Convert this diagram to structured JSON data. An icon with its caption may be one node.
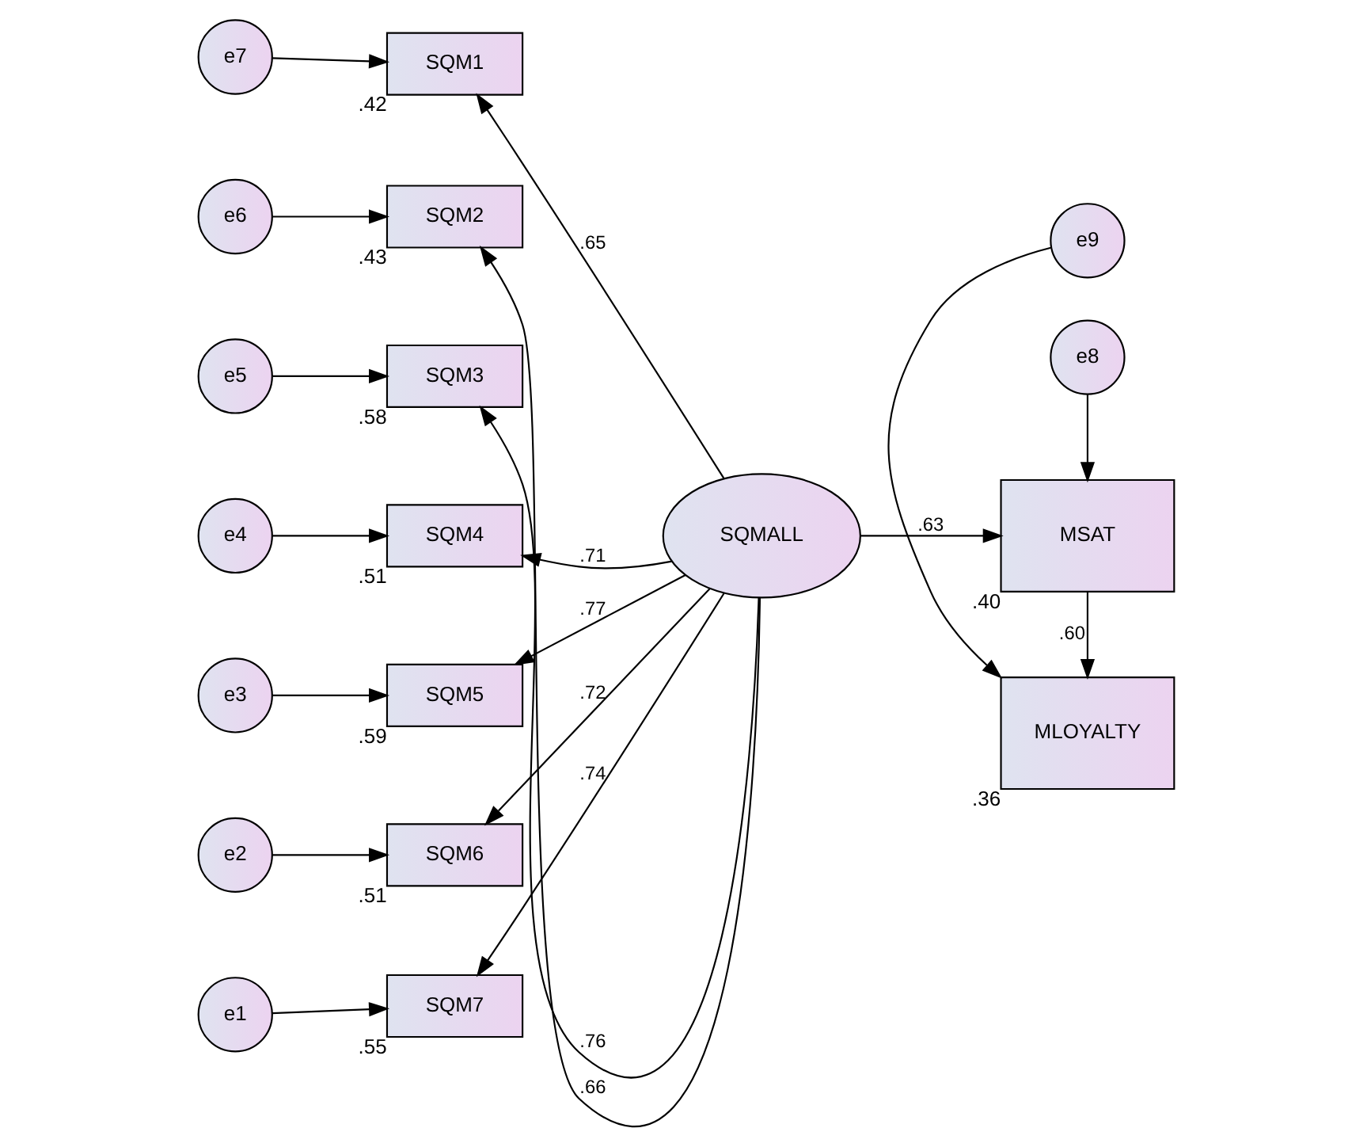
{
  "diagram": {
    "nodes": [
      {
        "text": [
          "e7"
        ]
      },
      {
        "text": [
          "SQM1"
        ],
        "beside": [
          ".42"
        ]
      },
      {
        "text": [
          "e6"
        ]
      },
      {
        "text": [
          "SQM2"
        ],
        "beside": [
          ".43"
        ]
      },
      {
        "text": [
          "e5"
        ]
      },
      {
        "text": [
          "SQM3"
        ],
        "beside": [
          ".58"
        ]
      },
      {
        "text": [
          "e4"
        ]
      },
      {
        "text": [
          "SQM4"
        ],
        "beside": [
          ".51"
        ]
      },
      {
        "text": [
          "e3"
        ]
      },
      {
        "text": [
          "SQM5"
        ],
        "beside": [
          ".59"
        ]
      },
      {
        "text": [
          "e2"
        ]
      },
      {
        "text": [
          "SQM6"
        ],
        "beside": [
          ".51"
        ]
      },
      {
        "text": [
          "e1"
        ]
      },
      {
        "text": [
          "SQM7"
        ],
        "beside": [
          ".55"
        ]
      },
      {
        "text": [
          "e8"
        ]
      },
      {
        "text": [
          "SQMALL"
        ]
      },
      {
        "text": [
          "MSAT"
        ],
        "beside": [
          ".40"
        ]
      },
      {
        "text": [
          "MLOYALTY"
        ],
        "beside": [
          ".36"
        ]
      },
      {
        "text": [
          "e9"
        ]
      }
    ],
    "edges": [
      {
        "from": 0,
        "to": 1,
        "arrow": "to"
      },
      {
        "from": 2,
        "to": 3,
        "arrow": "to"
      },
      {
        "from": 4,
        "to": 5,
        "arrow": "to"
      },
      {
        "from": 6,
        "to": 7,
        "arrow": "to"
      },
      {
        "from": 8,
        "to": 9,
        "arrow": "to"
      },
      {
        "from": 10,
        "to": 11,
        "arrow": "to"
      },
      {
        "from": 12,
        "to": 13,
        "arrow": "to"
      },
      {
        "from": 15,
        "to": 1,
        "arrow": "to",
        "label": ".65"
      },
      {
        "from": 15,
        "to": 3,
        "arrow": "to",
        "label": ".66"
      },
      {
        "from": 15,
        "to": 5,
        "arrow": "to",
        "label": ".76"
      },
      {
        "from": 15,
        "to": 7,
        "arrow": "to",
        "label": ".71"
      },
      {
        "from": 15,
        "to": 9,
        "arrow": "to",
        "label": ".77"
      },
      {
        "from": 15,
        "to": 11,
        "arrow": "to",
        "label": ".72"
      },
      {
        "from": 15,
        "to": 13,
        "arrow": "to",
        "label": ".74"
      },
      {
        "from": 15,
        "to": 16,
        "arrow": "to",
        "label": ".63"
      },
      {
        "from": 14,
        "to": 16,
        "arrow": "to"
      },
      {
        "from": 16,
        "to": 17,
        "arrow": "to",
        "label": ".60"
      },
      {
        "from": 18,
        "to": 17,
        "arrow": "to"
      }
    ]
  }
}
